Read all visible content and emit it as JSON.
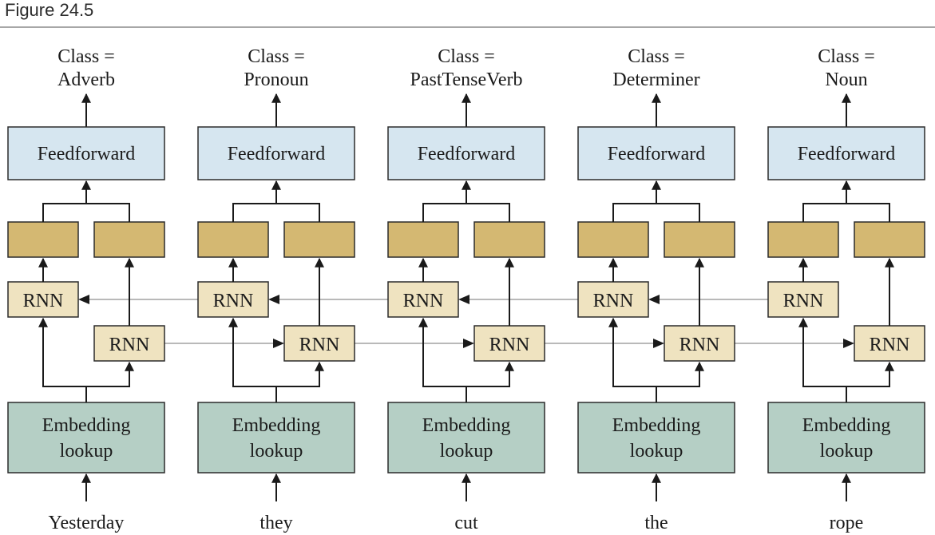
{
  "figure": {
    "caption": "Figure 24.5"
  },
  "colors": {
    "feedforward_fill": "#d6e6f0",
    "embedding_fill": "#b5cfc5",
    "output_fill": "#d4b872",
    "rnn_fill": "#efe3c0",
    "recurrent_connection": "#b9b9b9"
  },
  "labels": {
    "feedforward": "Feedforward",
    "rnn": "RNN",
    "embedding_line1": "Embedding",
    "embedding_line2": "lookup",
    "class_prefix": "Class ="
  },
  "columns": [
    {
      "word": "Yesterday",
      "class": "Adverb"
    },
    {
      "word": "they",
      "class": "Pronoun"
    },
    {
      "word": "cut",
      "class": "PastTenseVerb"
    },
    {
      "word": "the",
      "class": "Determiner"
    },
    {
      "word": "rope",
      "class": "Noun"
    }
  ]
}
